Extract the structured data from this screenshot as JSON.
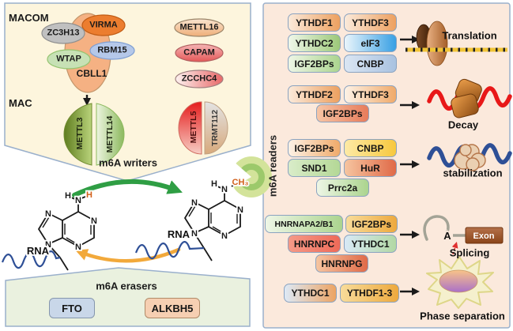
{
  "panels": {
    "writers": {
      "macom_label": "MACOM",
      "mac_label": "MAC",
      "title": "m6A writers",
      "macom": {
        "zc3h13": "ZC3H13",
        "virma": "VIRMA",
        "wtap": "WTAP",
        "rbm15": "RBM15",
        "cbll1": "CBLL1"
      },
      "mac": {
        "mettl3": "METTL3",
        "mettl14": "METTL14"
      },
      "others": {
        "mettl16": "METTL16",
        "capam": "CAPAM",
        "zcchc4": "ZCCHC4",
        "mettl5": "METTL5",
        "trmt112": "TRMT112"
      }
    },
    "erasers": {
      "title": "m6A erasers",
      "fto": "FTO",
      "alkbh5": "ALKBH5"
    },
    "readers": {
      "side_label": "m6A readers",
      "groups": [
        {
          "outcome": "Translation",
          "pills": [
            "YTHDF1",
            "YTHDF3",
            "YTHDC2",
            "eIF3",
            "IGF2BPs",
            "CNBP"
          ]
        },
        {
          "outcome": "Decay",
          "pills": [
            "YTHDF2",
            "YTHDF3",
            "IGF2BPs"
          ]
        },
        {
          "outcome": "stabilization",
          "pills": [
            "IGF2BPs",
            "CNBP",
            "SND1",
            "HuR",
            "Prrc2a"
          ]
        },
        {
          "outcome": "Splicing",
          "pills": [
            "HNRNAPA2/B1",
            "IGF2BPs",
            "HNRNPC",
            "YTHDC1",
            "HNRNPG"
          ],
          "exon": "Exon",
          "branch_a": "A"
        },
        {
          "outcome": "Phase separation",
          "pills": [
            "YTHDC1",
            "YTHDF1-3"
          ]
        }
      ]
    }
  },
  "chem": {
    "rna": "RNA",
    "h": "H",
    "n": "N",
    "methyl": "CH₃"
  },
  "colors": {
    "writers_bg": "#fdf5dd",
    "erasers_bg": "#eaf1df",
    "readers_bg": "#fbe9dc",
    "panel_border": "#9ab0cc",
    "writer_arrow_green": "#2f9e44",
    "eraser_arrow_yellow": "#f2a93b",
    "decay_rna_red": "#e81818",
    "stable_rna_blue": "#2e4f96",
    "methyl_orange": "#d2601a"
  }
}
